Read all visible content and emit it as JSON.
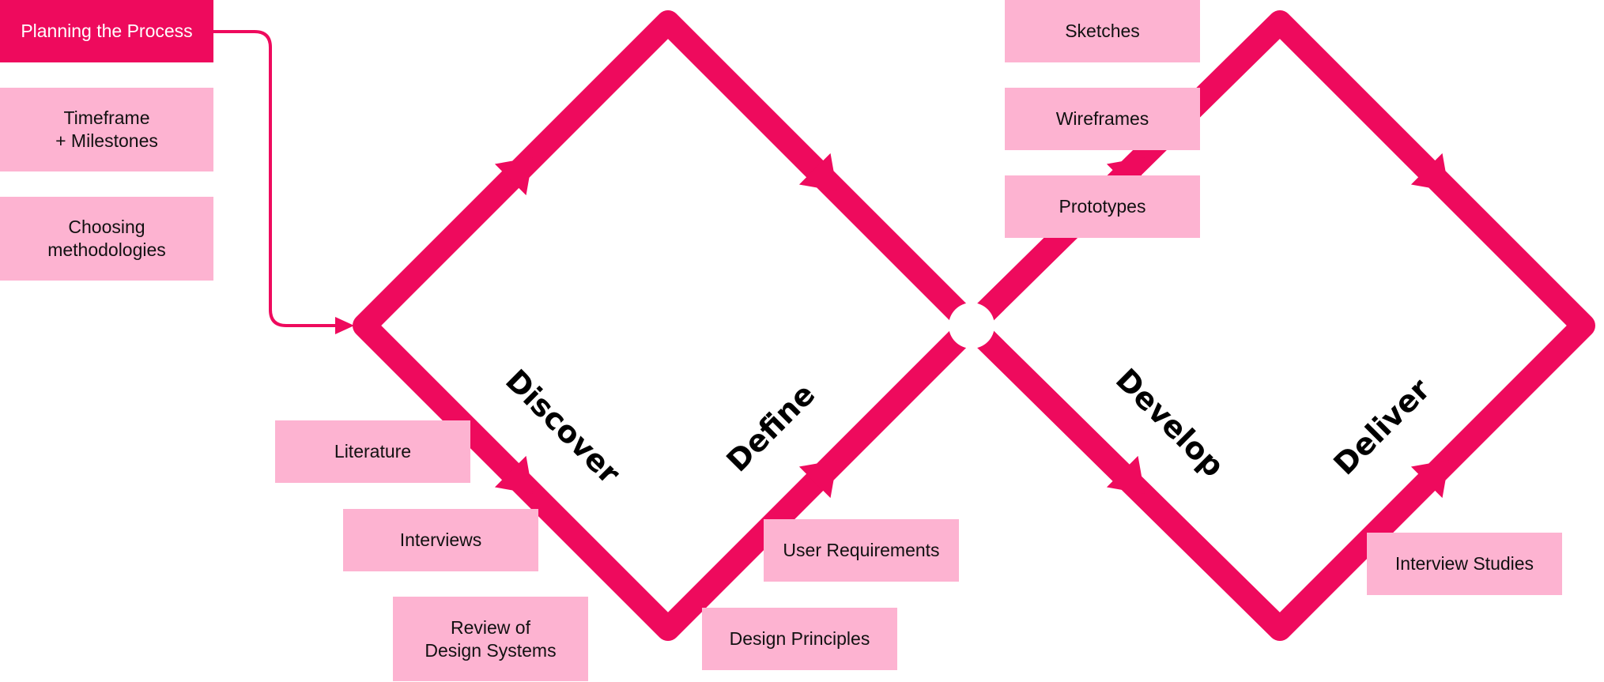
{
  "colors": {
    "accent": "#ee0a5d",
    "note_fill": "#fdb3d1",
    "note_text": "#111111"
  },
  "phases": {
    "discover": "Discover",
    "define": "Define",
    "develop": "Develop",
    "deliver": "Deliver"
  },
  "planning": {
    "title": "Planning the Process",
    "timeframe": "Timeframe\n+ Milestones",
    "methodologies": "Choosing\nmethodologies"
  },
  "discover_notes": {
    "literature": "Literature",
    "interviews": "Interviews",
    "review": "Review of\nDesign Systems"
  },
  "define_notes": {
    "user_requirements": "User Requirements",
    "design_principles": "Design Principles"
  },
  "develop_notes": {
    "sketches": "Sketches",
    "wireframes": "Wireframes",
    "prototypes": "Prototypes"
  },
  "deliver_notes": {
    "interview_studies": "Interview Studies"
  }
}
